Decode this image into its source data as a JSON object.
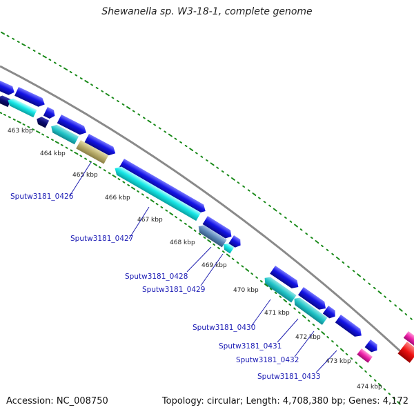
{
  "title": "Shewanella sp. W3-18-1, complete genome",
  "footer": {
    "accession": "Accession: NC_008750",
    "stats": "Topology: circular; Length: 4,708,380 bp; Genes: 4,172"
  },
  "ruler_labels": [
    "463 kbp",
    "464 kbp",
    "465 kbp",
    "466 kbp",
    "467 kbp",
    "468 kbp",
    "469 kbp",
    "470 kbp",
    "471 kbp",
    "472 kbp",
    "473 kbp",
    "474 kbp"
  ],
  "gene_labels": [
    "Sputw3181_0426",
    "Sputw3181_0427",
    "Sputw3181_0428",
    "Sputw3181_0429",
    "Sputw3181_0430",
    "Sputw3181_0431",
    "Sputw3181_0432",
    "Sputw3181_0433"
  ],
  "colors": {
    "backbone": "#8a8a8a",
    "forward_cds": "#1414e6",
    "reverse_cds": "#00e0e0",
    "dark_cds": "#0a0a70",
    "tan_cds": "#b8ac6a",
    "steel_cds": "#5a86b8",
    "magenta_feature": "#ee22aa",
    "red_feature": "#ee1111",
    "tick": "#1a8a1a"
  }
}
